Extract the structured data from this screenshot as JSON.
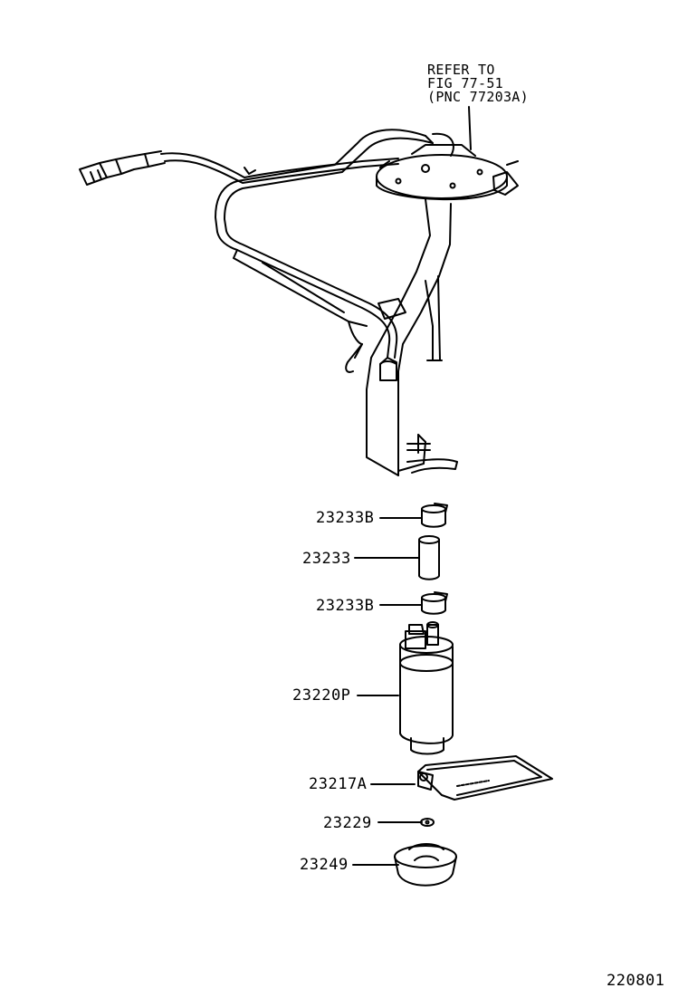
{
  "reference_note": {
    "line1": "REFER TO",
    "line2": "FIG 77-51",
    "line3": "(PNC 77203A)"
  },
  "parts": {
    "retainer_upper": "23233B",
    "hose": "23233",
    "retainer_lower": "23233B",
    "fuel_pump": "23220P",
    "filter": "23217A",
    "clip": "23229",
    "cushion": "23249"
  },
  "figure_id": "220801"
}
